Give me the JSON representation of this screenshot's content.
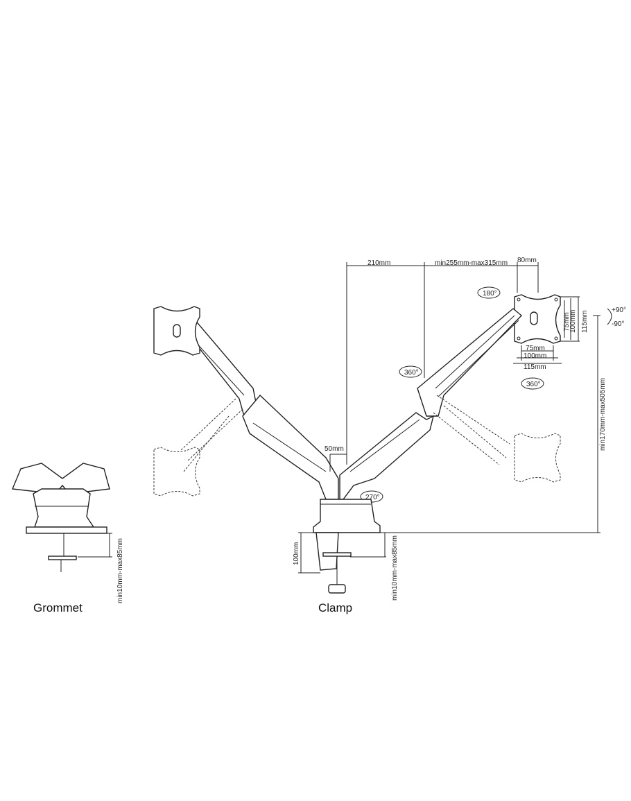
{
  "dimensions": {
    "desk_to_pole": "210mm",
    "arm_reach": "min255mm-max315mm",
    "plate_offset": "80mm",
    "vesa_h_75": "75mm",
    "vesa_h_100": "100mm",
    "vesa_h_115": "115mm",
    "vesa_v_75": "75mm",
    "vesa_v_100": "100mm",
    "vesa_v_115": "115mm",
    "pole_gap": "50mm",
    "height_range": "min170mm-max505mm",
    "clamp_height": "100mm",
    "clamp_desk_thickness": "min10mm-max85mm",
    "grommet_desk_thickness": "min10mm-max85mm"
  },
  "rotations": {
    "plate_swivel": "180°",
    "arm_joint": "360°",
    "plate_rotate": "360°",
    "base_swivel": "270°",
    "tilt_up": "+90°",
    "tilt_down": "-90°"
  },
  "captions": {
    "grommet": "Grommet",
    "clamp": "Clamp"
  }
}
